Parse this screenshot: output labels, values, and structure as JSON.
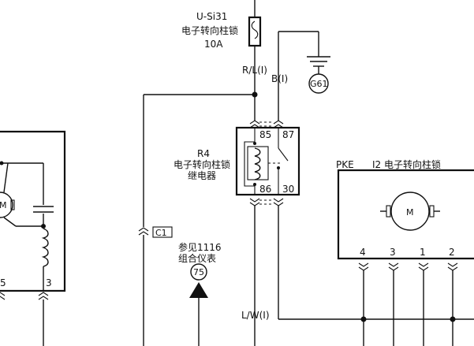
{
  "fuse": {
    "name": "U-Si31",
    "desc": "电子转向柱锁",
    "rating": "10A"
  },
  "wires": {
    "rl": "R/L(I)",
    "b": "B(I)",
    "lw": "L/W(I)"
  },
  "ground": {
    "label": "G61"
  },
  "relay": {
    "name": "R4",
    "desc1": "电子转向柱锁",
    "desc2": "继电器",
    "pins": [
      "85",
      "87",
      "86",
      "30"
    ]
  },
  "connector": {
    "label": "C1"
  },
  "reference": {
    "line1": "参见1116",
    "line2": "组合仪表",
    "circle": "75"
  },
  "module": {
    "left_label": "PKE",
    "right_label": "I2 电子转向柱锁",
    "motor": "M",
    "pins": [
      "4",
      "3",
      "1",
      "2"
    ]
  },
  "left_partial": {
    "motor": "M",
    "pins": [
      "5",
      "3"
    ]
  }
}
